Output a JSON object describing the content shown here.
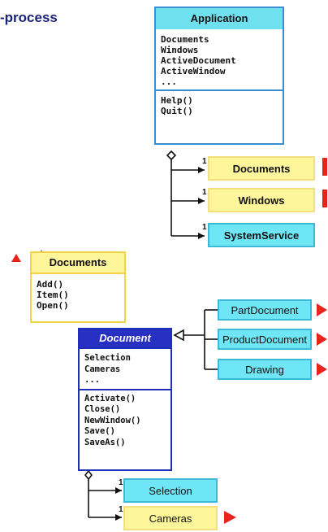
{
  "page": {
    "title_fragment": "-process"
  },
  "application": {
    "name": "Application",
    "attributes": [
      "Documents",
      "Windows",
      "ActiveDocument",
      "ActiveWindow",
      "..."
    ],
    "operations": [
      "Help()",
      "Quit()"
    ]
  },
  "app_collections": [
    {
      "name": "Documents",
      "multiplicity": "1",
      "style": "yellow",
      "more_marker": true
    },
    {
      "name": "Windows",
      "multiplicity": "1",
      "style": "yellow",
      "more_marker": true
    },
    {
      "name": "SystemService",
      "multiplicity": "1",
      "style": "cyan",
      "more_marker": false
    }
  ],
  "documents_collection": {
    "name": "Documents",
    "operations": [
      "Add()",
      "Item()",
      "Open()"
    ],
    "up_marker": true,
    "multiplicity": "*"
  },
  "document": {
    "name": "Document",
    "attributes": [
      "Selection",
      "Cameras",
      "..."
    ],
    "operations": [
      "Activate()",
      "Close()",
      "NewWindow()",
      "Save()",
      "SaveAs()"
    ]
  },
  "document_types": [
    {
      "name": "PartDocument",
      "more_marker": true
    },
    {
      "name": "ProductDocument",
      "more_marker": true
    },
    {
      "name": "Drawing",
      "more_marker": true
    }
  ],
  "document_children": [
    {
      "name": "Selection",
      "multiplicity": "1",
      "style": "cyan",
      "more_marker": false
    },
    {
      "name": "Cameras",
      "multiplicity": "1",
      "style": "yellow",
      "more_marker": true
    }
  ],
  "colors": {
    "yellow_fill": "#fff59a",
    "cyan_fill": "#6fe6f5",
    "doc_header": "#2830c4",
    "marker_red": "#e8231c"
  }
}
